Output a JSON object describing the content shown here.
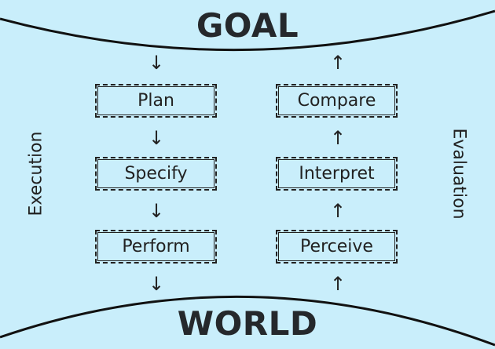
{
  "diagram": {
    "top_label": "GOAL",
    "bottom_label": "WORLD",
    "left_side_label": "Execution",
    "right_side_label": "Evaluation",
    "execution_steps": [
      "Plan",
      "Specify",
      "Perform"
    ],
    "evaluation_steps": [
      "Compare",
      "Interpret",
      "Perceive"
    ],
    "arrow_down": "↓",
    "arrow_up": "↑"
  },
  "colors": {
    "background": "#c9eefb",
    "ink": "#222222"
  }
}
